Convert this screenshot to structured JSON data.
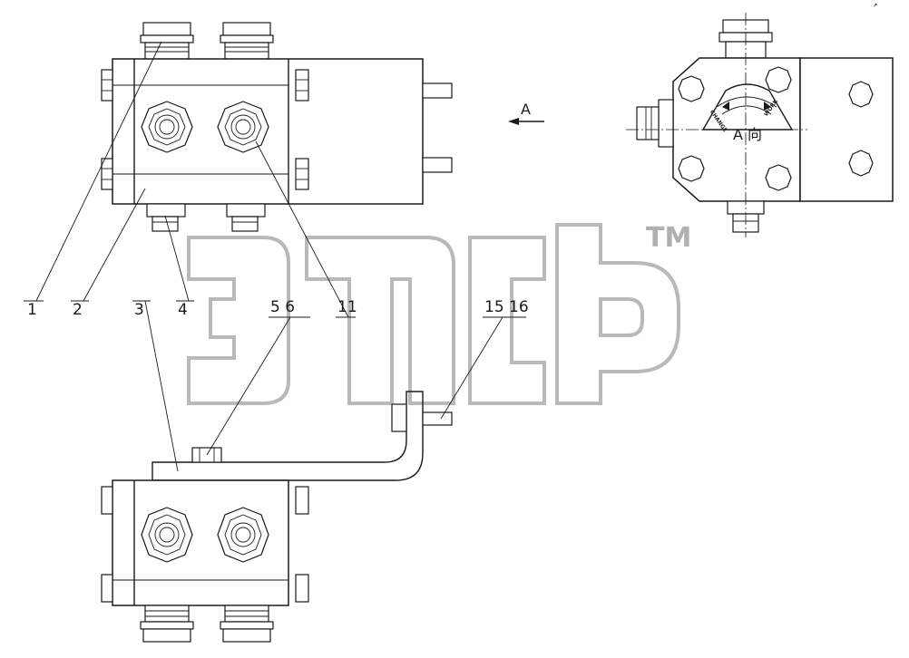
{
  "watermark": {
    "trademark": "TM"
  },
  "callouts": {
    "c1": "1",
    "c2": "2",
    "c3": "3",
    "c4": "4",
    "c5_6": "5 6",
    "c11": "11",
    "c15_16": "15 16"
  },
  "view_marker": {
    "arrow_label": "A",
    "view_label": "A 向"
  },
  "dial": {
    "left_text": "CHANGE",
    "right_text": "WORK"
  },
  "corner_mark": "↗"
}
